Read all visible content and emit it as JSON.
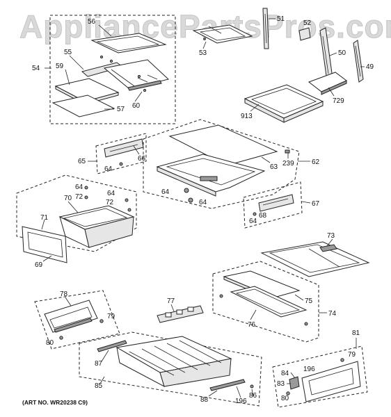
{
  "watermark": "AppliancePartsPros.com",
  "art_number": "(ART NO. WR20238 C9)",
  "labels": {
    "l56": "56",
    "l51": "51",
    "l52": "52",
    "l55": "55",
    "l54": "54",
    "l59": "59",
    "l57": "57",
    "l60": "60",
    "l53": "53",
    "l50": "50",
    "l49": "49",
    "l729": "729",
    "l913": "913",
    "l65": "65",
    "l66": "66",
    "l64": "64",
    "l63": "63",
    "l239": "239",
    "l62": "62",
    "l67": "67",
    "l68": "68",
    "l70": "70",
    "l72": "72",
    "l71": "71",
    "l69": "69",
    "l73": "73",
    "l75": "75",
    "l74": "74",
    "l76": "76",
    "l78": "78",
    "l77": "77",
    "l79": "79",
    "l80": "80",
    "l81": "81",
    "l87": "87",
    "l85": "85",
    "l88": "88",
    "l196": "196",
    "l86": "86",
    "l84": "84",
    "l83": "83"
  }
}
